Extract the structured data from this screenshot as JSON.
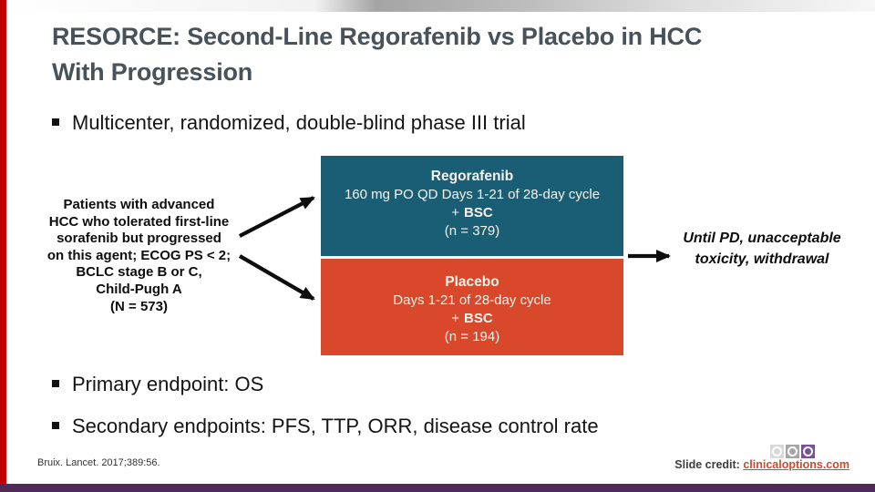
{
  "title": {
    "line1": "RESORCE: Second-Line Regorafenib vs Placebo in HCC",
    "line2": "With Progression"
  },
  "bullets": {
    "b1": "Multicenter, randomized, double-blind phase III trial",
    "b2": "Primary endpoint: OS",
    "b3": "Secondary endpoints: PFS, TTP, ORR, disease control rate"
  },
  "population": {
    "lines": [
      "Patients with advanced",
      "HCC who tolerated first-line",
      "sorafenib but progressed",
      "on this agent; ECOG PS < 2;",
      "BCLC stage B or C,",
      "Child-Pugh A",
      "(N = 573)"
    ]
  },
  "arm_regorafenib": {
    "name": "Regorafenib",
    "schedule": "160 mg PO QD Days 1-21 of 28-day cycle",
    "plus": "+",
    "bsc": "BSC",
    "n": "(n = 379)"
  },
  "arm_placebo": {
    "name": "Placebo",
    "schedule": "Days 1-21 of 28-day cycle",
    "plus": "+",
    "bsc": "BSC",
    "n": "(n = 194)"
  },
  "duration_note": {
    "line1": "Until PD, unacceptable",
    "line2": "toxicity, withdrawal"
  },
  "footer": {
    "citation": "Bruix. Lancet. 2017;389:56.",
    "credit_label": "Slide credit:",
    "credit_link": "clinicaloptions.com"
  },
  "colors": {
    "title_text": "#47525A",
    "teal_box": "#1A5E75",
    "orange_box": "#D9482B",
    "left_accent": "#C00000",
    "bottom_accent": "#4F2A5A",
    "link": "#C0502F",
    "logo_purple": "#7B4F9D"
  }
}
